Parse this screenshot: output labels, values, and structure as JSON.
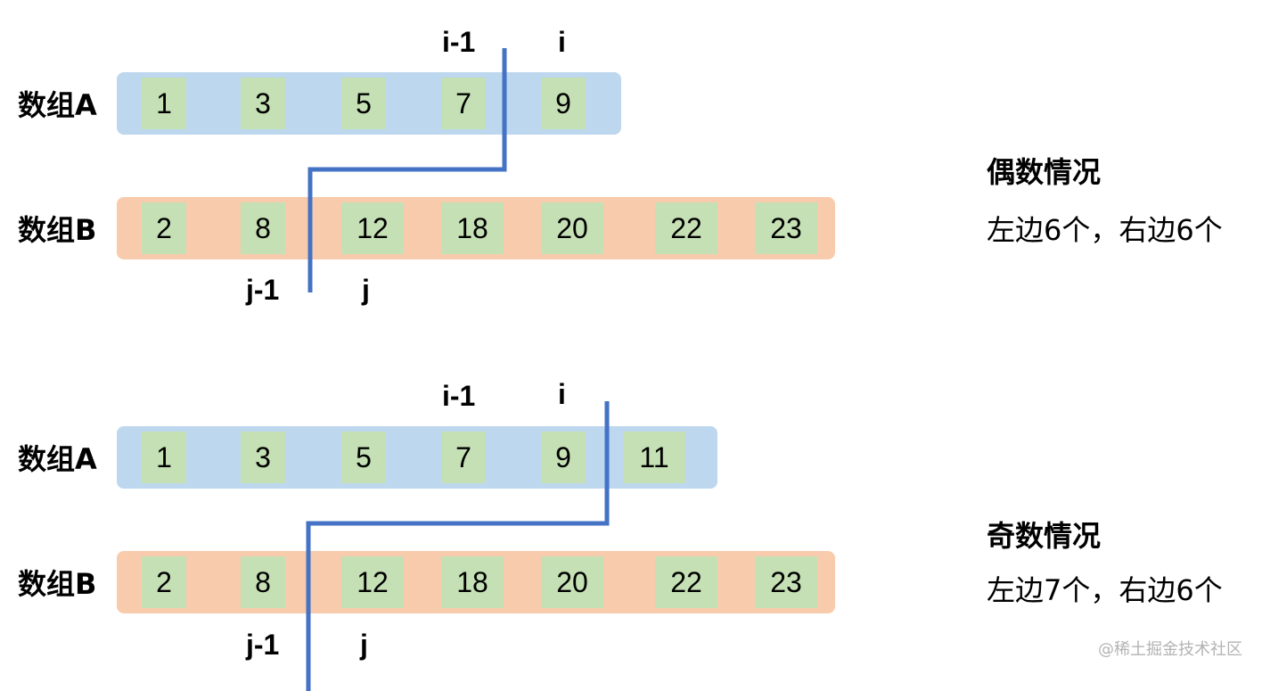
{
  "watermark": "@稀土掘金技术社区",
  "colors": {
    "array_a_bar": "#bdd7ee",
    "array_b_bar": "#f8cbad",
    "cell": "#c5e0b4",
    "split_line": "#4472c4"
  },
  "panels": [
    {
      "case_title": "偶数情况",
      "count_text": "左边6个，右边6个",
      "label_a": "数组A",
      "label_b": "数组B",
      "array_a": [
        1,
        3,
        5,
        7,
        9
      ],
      "array_b": [
        2,
        8,
        12,
        18,
        20,
        22,
        23
      ],
      "marker_i_minus_1": "i-1",
      "marker_i": "i",
      "marker_j_minus_1": "j-1",
      "marker_j": "j"
    },
    {
      "case_title": "奇数情况",
      "count_text": "左边7个，右边6个",
      "label_a": "数组A",
      "label_b": "数组B",
      "array_a": [
        1,
        3,
        5,
        7,
        9,
        11
      ],
      "array_b": [
        2,
        8,
        12,
        18,
        20,
        22,
        23
      ],
      "marker_i_minus_1": "i-1",
      "marker_i": "i",
      "marker_j_minus_1": "j-1",
      "marker_j": "j"
    }
  ]
}
